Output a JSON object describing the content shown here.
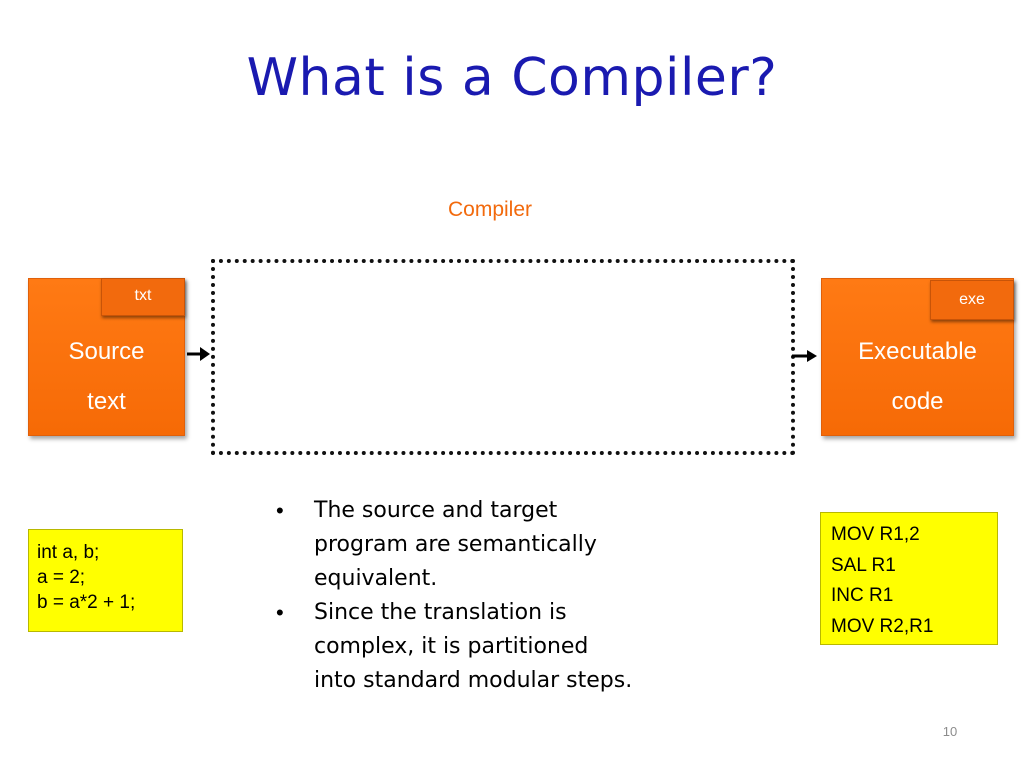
{
  "slide": {
    "title": "What is a Compiler?",
    "compiler_label": "Compiler",
    "source": {
      "tag": "txt",
      "line1": "Source",
      "line2": "text"
    },
    "executable": {
      "tag": "exe",
      "line1": "Executable",
      "line2": "code"
    },
    "source_code": [
      "int a, b;",
      "a = 2;",
      "b = a*2 + 1;"
    ],
    "target_code": [
      "MOV R1,2",
      "SAL R1",
      "INC R1",
      "MOV R2,R1"
    ],
    "bullets": [
      {
        "marker": "•",
        "lines": [
          "The source and target",
          "program are semantically",
          "equivalent."
        ]
      },
      {
        "marker": "•",
        "lines": [
          "Since the translation is",
          "complex, it is partitioned",
          "into standard modular steps."
        ]
      }
    ],
    "page_number": "10"
  },
  "colors": {
    "title": "#1a1ab0",
    "accent_orange": "#f26a0d",
    "code_highlight": "#ffff00",
    "page_number": "#8c8c8c"
  },
  "icons": {
    "input_arrow": "arrow-right-icon",
    "output_arrow": "arrow-right-icon"
  }
}
